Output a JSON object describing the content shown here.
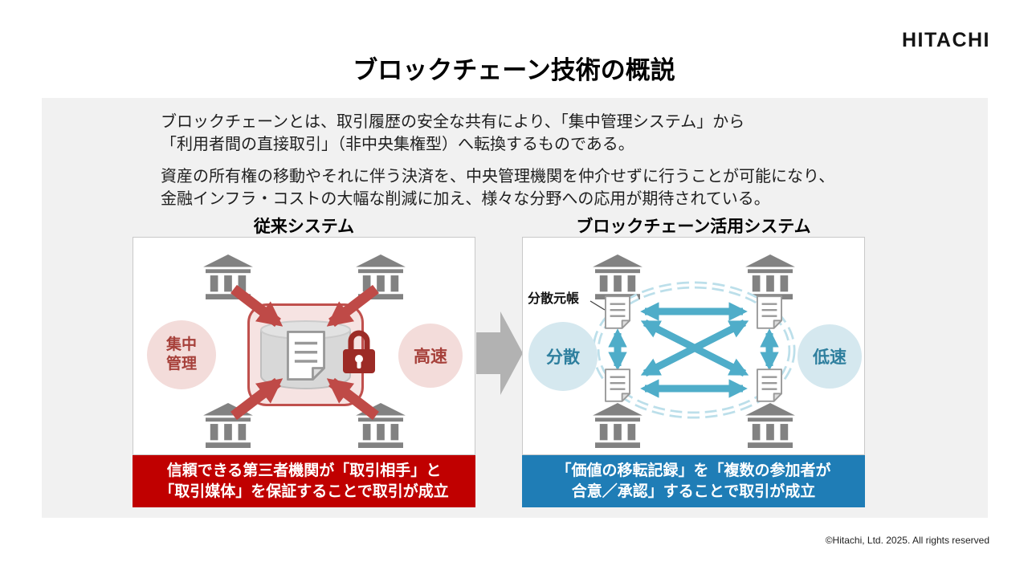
{
  "brand": {
    "logo": "HITACHI"
  },
  "title": "ブロックチェーン技術の概説",
  "intro": {
    "p1_line1": "ブロックチェーンとは、取引履歴の安全な共有により、「集中管理システム」から",
    "p1_line2": "「利用者間の直接取引」（非中央集権型）へ転換するものである。",
    "p2_line1": "資産の所有権の移動やそれに伴う決済を、中央管理機関を仲介せずに行うことが可能になり、",
    "p2_line2": "金融インフラ・コストの大幅な削減に加え、様々な分野への応用が期待されている。"
  },
  "legacy": {
    "header": "従来システム",
    "left_label_line1": "集中",
    "left_label_line2": "管理",
    "right_label": "高速",
    "banner_line1": "信頼できる第三者機関が「取引相手」と",
    "banner_line2": "「取引媒体」を保証することで取引が成立"
  },
  "blockchain": {
    "header": "ブロックチェーン活用システム",
    "ledger_label": "分散元帳",
    "left_label": "分散",
    "right_label": "低速",
    "banner_line1": "「価値の移転記録」を「複数の参加者が",
    "banner_line2": "合意／承認」することで取引が成立"
  },
  "footer": {
    "copyright": "©Hitachi, Ltd. 2025. All rights reserved"
  },
  "colors": {
    "accent_red": "#c00000",
    "accent_blue": "#1f7db6",
    "pink_fill": "#f3dcda",
    "red_text": "#a6403a",
    "teal_fill": "#d5e8ef",
    "teal_text": "#2e7f9e",
    "bank_gray": "#828282",
    "arrow_red": "#bf4a47",
    "arrow_blue": "#4fadc9",
    "chain_blue": "#bcdfea",
    "box_gray": "#f1f1f1"
  }
}
